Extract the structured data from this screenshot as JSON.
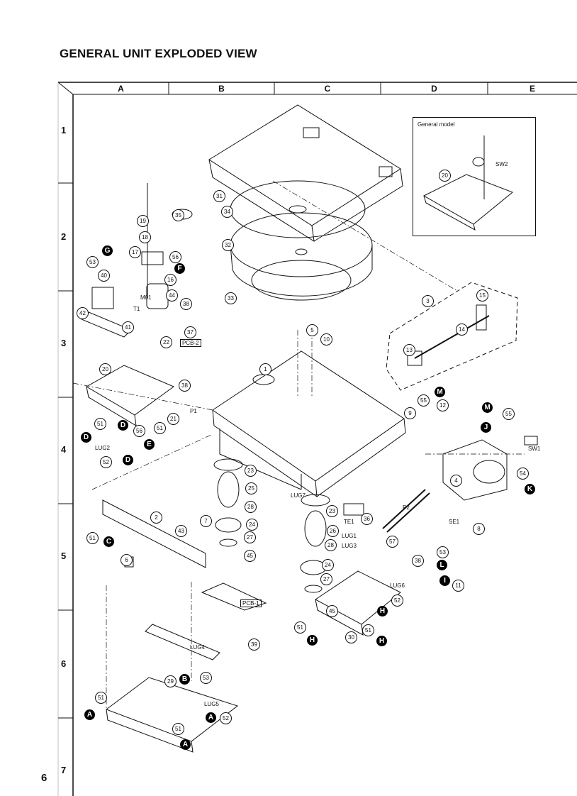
{
  "title": "GENERAL UNIT EXPLODED VIEW",
  "columns": [
    "A",
    "B",
    "C",
    "D",
    "E"
  ],
  "rows": [
    "1",
    "2",
    "3",
    "4",
    "5",
    "6",
    "7"
  ],
  "page_number": "6",
  "inset": {
    "title": "General model",
    "callout": "20",
    "label": "SW2"
  },
  "callouts": [
    "31",
    "34",
    "35",
    "32",
    "33",
    "19",
    "18",
    "17",
    "56",
    "16",
    "44",
    "38",
    "53",
    "40",
    "42",
    "41",
    "37",
    "22",
    "20",
    "38",
    "21",
    "51",
    "56",
    "51",
    "52",
    "1",
    "5",
    "10",
    "3",
    "15",
    "14",
    "13",
    "55",
    "12",
    "9",
    "55",
    "54",
    "4",
    "23",
    "25",
    "28",
    "24",
    "27",
    "45",
    "23",
    "26",
    "28",
    "24",
    "27",
    "45",
    "2",
    "43",
    "7",
    "6",
    "51",
    "36",
    "57",
    "38",
    "8",
    "11",
    "53",
    "52",
    "51",
    "30",
    "51",
    "39",
    "29",
    "53",
    "52",
    "51",
    "51"
  ],
  "letter_markers": [
    "G",
    "F",
    "E",
    "D",
    "D",
    "D",
    "M",
    "M",
    "J",
    "K",
    "C",
    "L",
    "I",
    "H",
    "H",
    "H",
    "B",
    "A",
    "A",
    "A"
  ],
  "part_labels": [
    "T1",
    "M01",
    "PCB-2",
    "P1",
    "LUG2",
    "LUG7",
    "TE1",
    "LUG1",
    "LUG3",
    "P2",
    "SE1",
    "SW1",
    "LUG6",
    "PCB-1",
    "LUG4",
    "LUG5"
  ]
}
